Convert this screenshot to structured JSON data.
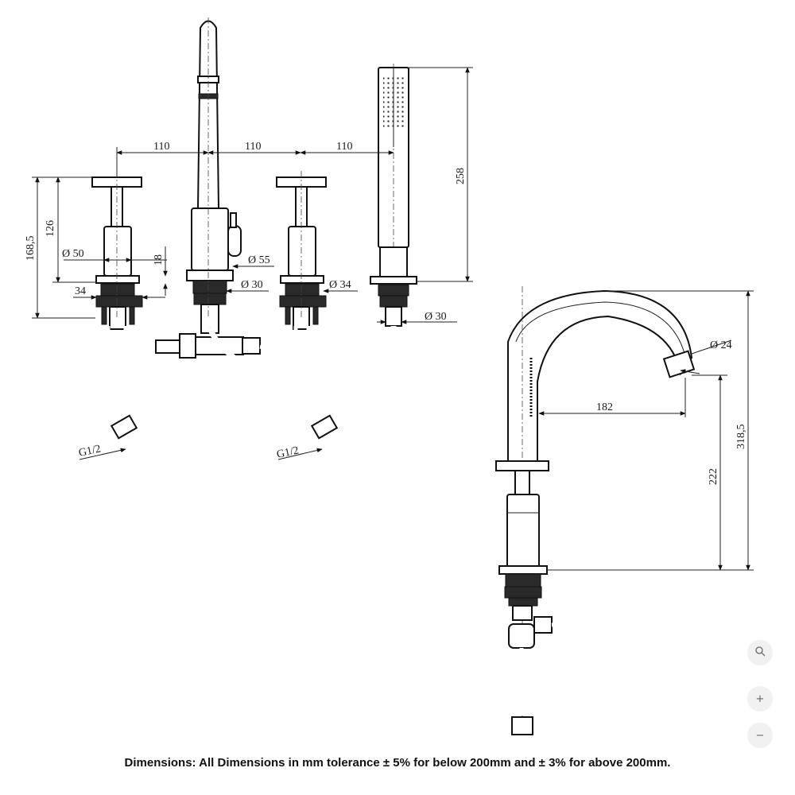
{
  "drawing": {
    "front_view": {
      "spacing": [
        "110",
        "110",
        "110"
      ],
      "handset_height": "258",
      "overall_height": "168,5",
      "valve_height": "126",
      "valve_diameter": "Ø 50",
      "collar_height": "18",
      "valve_base": "34",
      "spout_diameter": "Ø 55",
      "spout_shank": "Ø 30",
      "valve_shank": "Ø 34",
      "handset_shank": "Ø 30",
      "inlet_left": "G1/2",
      "inlet_right": "G1/2"
    },
    "side_view": {
      "outlet_diameter": "Ø 24",
      "spout_reach": "182",
      "spout_height": "222",
      "overall_height": "318,5"
    }
  },
  "caption": "Dimensions: All Dimensions in mm tolerance ± 5% for below 200mm and ± 3% for above 200mm.",
  "zoom_controls": {
    "zoom_in_icon": "magnifier-icon",
    "plus_icon": "plus-icon",
    "minus_icon": "minus-icon"
  }
}
